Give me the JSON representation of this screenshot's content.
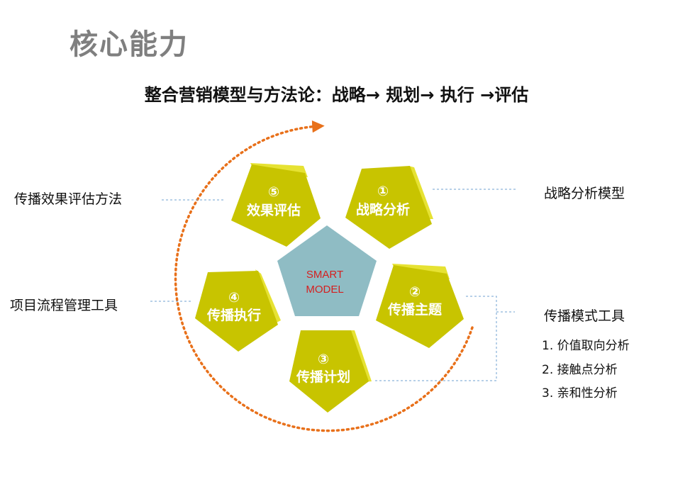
{
  "header": {
    "title": "核心能力",
    "subtitle": "整合营销模型与方法论：战略→ 规划→ 执行 →评估"
  },
  "center": {
    "line1": "SMART",
    "line2": "MODEL"
  },
  "steps": [
    {
      "num": "①",
      "label": "战略分析"
    },
    {
      "num": "②",
      "label": "传播主题"
    },
    {
      "num": "③",
      "label": "传播计划"
    },
    {
      "num": "④",
      "label": "传播执行"
    },
    {
      "num": "⑤",
      "label": "效果评估"
    }
  ],
  "side_labels": {
    "strategy": "战略分析模型",
    "theme": "传播模式工具",
    "theme_items": [
      "1. 价值取向分析",
      "2. 接触点分析",
      "3. 亲和性分析"
    ],
    "execution": "项目流程管理工具",
    "evaluation": "传播效果评估方法"
  },
  "colors": {
    "pentagon_face": "#c8c400",
    "pentagon_side": "#e6e233",
    "center_face": "#8fbcc4",
    "arrow": "#e8701a",
    "connector": "#6fa0d0",
    "center_text": "#d42020"
  }
}
